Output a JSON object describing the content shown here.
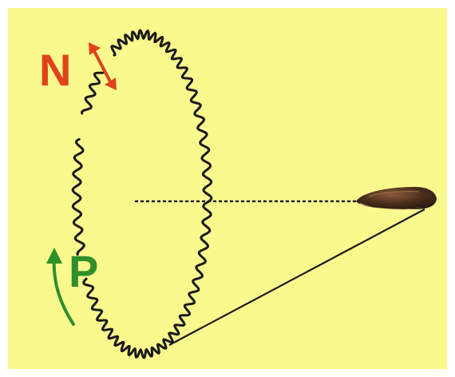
{
  "labels": {
    "n": "N",
    "p": "P"
  },
  "colors": {
    "background": "#f9f98e",
    "n_color": "#e0421c",
    "p_color": "#2f8f2a",
    "string_color": "#1a1a1a",
    "projectile_body": "#4a2e1c",
    "projectile_highlight": "#d8b89a"
  },
  "icons": {
    "n_arrow": "double-headed-arrow",
    "p_arrow": "curved-up-arrow",
    "projectile": "bullet"
  }
}
